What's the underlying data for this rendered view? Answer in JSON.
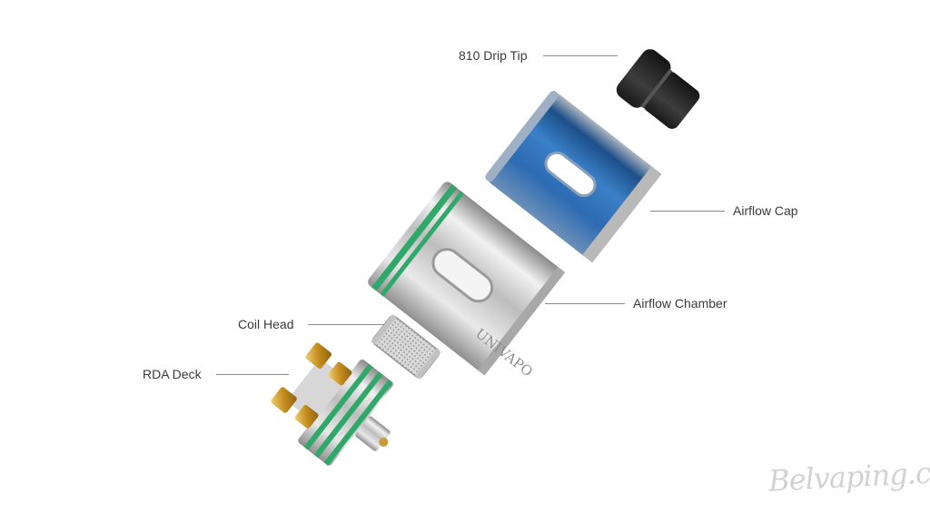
{
  "labels": {
    "drip_tip": "810 Drip Tip",
    "airflow_cap": "Airflow Cap",
    "airflow_chamber": "Airflow Chamber",
    "coil_head": "Coil Head",
    "rda_deck": "RDA Deck"
  },
  "engraving": "UNIVAPO",
  "watermark": "Belvaping.com",
  "colors": {
    "cap_blue": "#2e6bb0",
    "steel": "#c8c8c8",
    "oring_green": "#2fa86a",
    "gold": "#d4a12a",
    "drip_tip_black": "#2a2a2a"
  }
}
